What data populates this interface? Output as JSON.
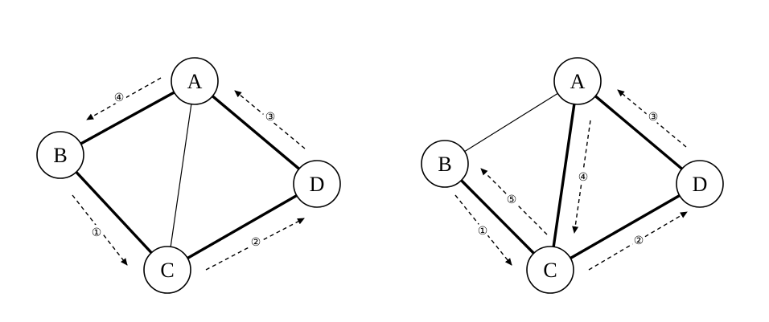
{
  "graphs": [
    {
      "nodes": [
        {
          "id": "A",
          "label": "A"
        },
        {
          "id": "B",
          "label": "B"
        },
        {
          "id": "C",
          "label": "C"
        },
        {
          "id": "D",
          "label": "D"
        }
      ],
      "edges": [
        {
          "from": "A",
          "to": "B",
          "style": "thick"
        },
        {
          "from": "A",
          "to": "C",
          "style": "thin"
        },
        {
          "from": "A",
          "to": "D",
          "style": "thick"
        },
        {
          "from": "B",
          "to": "C",
          "style": "thick"
        },
        {
          "from": "C",
          "to": "D",
          "style": "thick"
        }
      ],
      "steps": [
        {
          "label": "①",
          "from": "B",
          "to": "C"
        },
        {
          "label": "②",
          "from": "C",
          "to": "D"
        },
        {
          "label": "③",
          "from": "D",
          "to": "A"
        },
        {
          "label": "④",
          "from": "A",
          "to": "B"
        }
      ]
    },
    {
      "nodes": [
        {
          "id": "A",
          "label": "A"
        },
        {
          "id": "B",
          "label": "B"
        },
        {
          "id": "C",
          "label": "C"
        },
        {
          "id": "D",
          "label": "D"
        }
      ],
      "edges": [
        {
          "from": "A",
          "to": "B",
          "style": "thin"
        },
        {
          "from": "A",
          "to": "C",
          "style": "thick"
        },
        {
          "from": "A",
          "to": "D",
          "style": "thick"
        },
        {
          "from": "B",
          "to": "C",
          "style": "thick"
        },
        {
          "from": "C",
          "to": "D",
          "style": "thick"
        }
      ],
      "steps": [
        {
          "label": "①",
          "from": "B",
          "to": "C"
        },
        {
          "label": "②",
          "from": "C",
          "to": "D"
        },
        {
          "label": "③",
          "from": "D",
          "to": "A"
        },
        {
          "label": "④",
          "from": "A",
          "to": "C"
        },
        {
          "label": "⑤",
          "from": "C",
          "to": "B"
        }
      ]
    }
  ]
}
